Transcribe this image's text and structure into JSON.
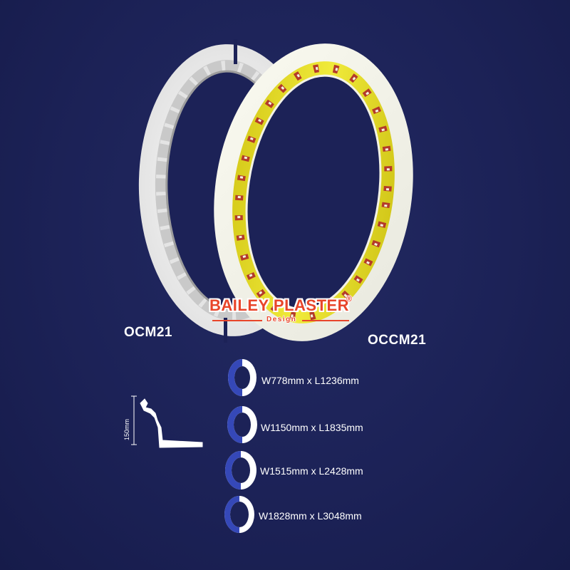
{
  "products": {
    "left_code": "OCM21",
    "right_code": "OCCM21"
  },
  "logo": {
    "brand": "BAILEY PLASTER",
    "registered": "®",
    "subtitle": "Design"
  },
  "profile": {
    "height_label": "150mm"
  },
  "sizes": [
    {
      "label": "W778mm x L1236mm"
    },
    {
      "label": "W1150mm x L1835mm"
    },
    {
      "label": "W1515mm x L2428mm"
    },
    {
      "label": "W1828mm x L3048mm"
    }
  ],
  "colors": {
    "background": "#1c2257",
    "plaster_white": "#ececec",
    "gold_accent": "#e2d92a",
    "rosette_red": "#b43a2a",
    "logo_red": "#e8452a"
  }
}
